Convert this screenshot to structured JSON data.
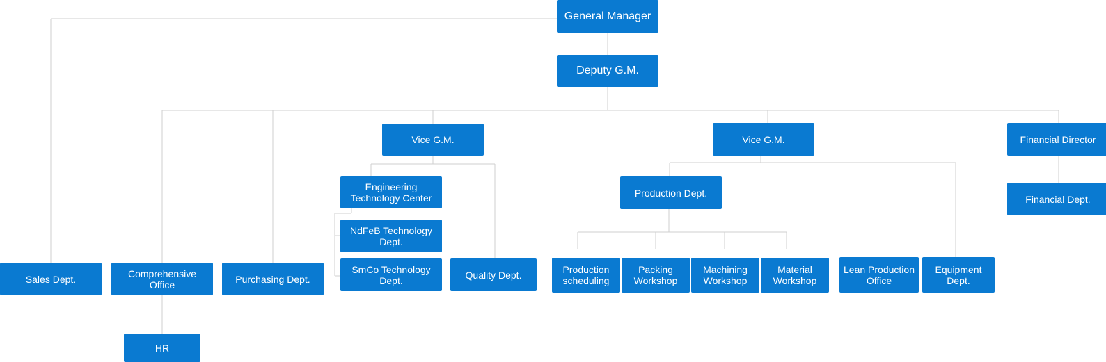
{
  "org_chart": {
    "nodes": {
      "general_manager": "General Manager",
      "deputy_gm": "Deputy G.M.",
      "sales_dept": "Sales Dept.",
      "comprehensive_office": "Comprehensive Office",
      "hr": "HR",
      "purchasing_dept": "Purchasing Dept.",
      "vice_gm_engineering": "Vice G.M.",
      "engineering_technology_center": "Engineering Technology Center",
      "ndfeb_technology_dept": "NdFeB Technology Dept.",
      "smco_technology_dept": "SmCo Technology Dept.",
      "quality_dept": "Quality Dept.",
      "vice_gm_production": "Vice G.M.",
      "production_dept": "Production Dept.",
      "production_scheduling": "Production scheduling",
      "packing_workshop": "Packing Workshop",
      "machining_workshop": "Machining Workshop",
      "material_workshop": "Material Workshop",
      "lean_production_office": "Lean Production Office",
      "equipment_dept": "Equipment Dept.",
      "financial_director": "Financial Director",
      "financial_dept": "Financial Dept."
    },
    "colors": {
      "box": "#0a7ad1",
      "text": "#ffffff",
      "line": "#cfcfcf"
    }
  }
}
